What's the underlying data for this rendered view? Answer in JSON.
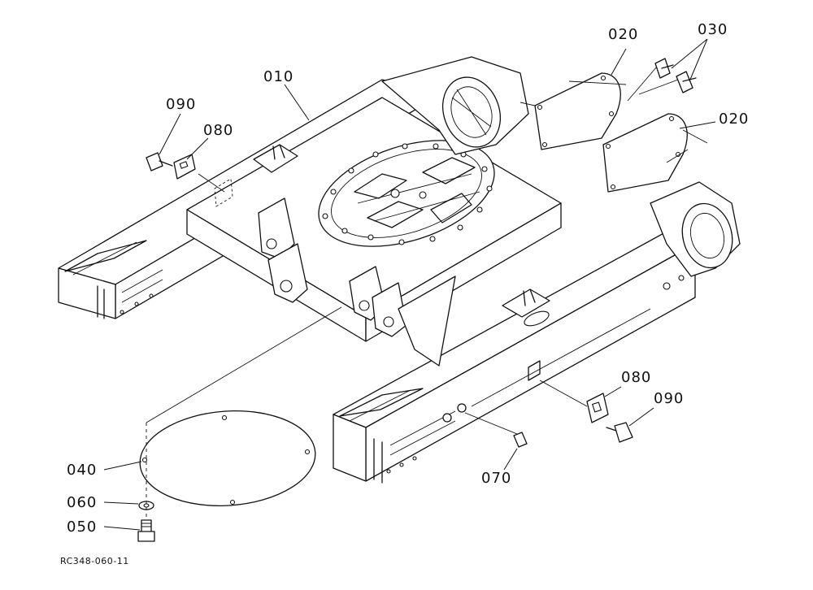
{
  "figure_code": "RC348-060-11",
  "callouts": {
    "c010": "010",
    "c020a": "020",
    "c020b": "020",
    "c030": "030",
    "c040": "040",
    "c050": "050",
    "c060": "060",
    "c070": "070",
    "c080a": "080",
    "c080b": "080",
    "c090a": "090",
    "c090b": "090"
  }
}
